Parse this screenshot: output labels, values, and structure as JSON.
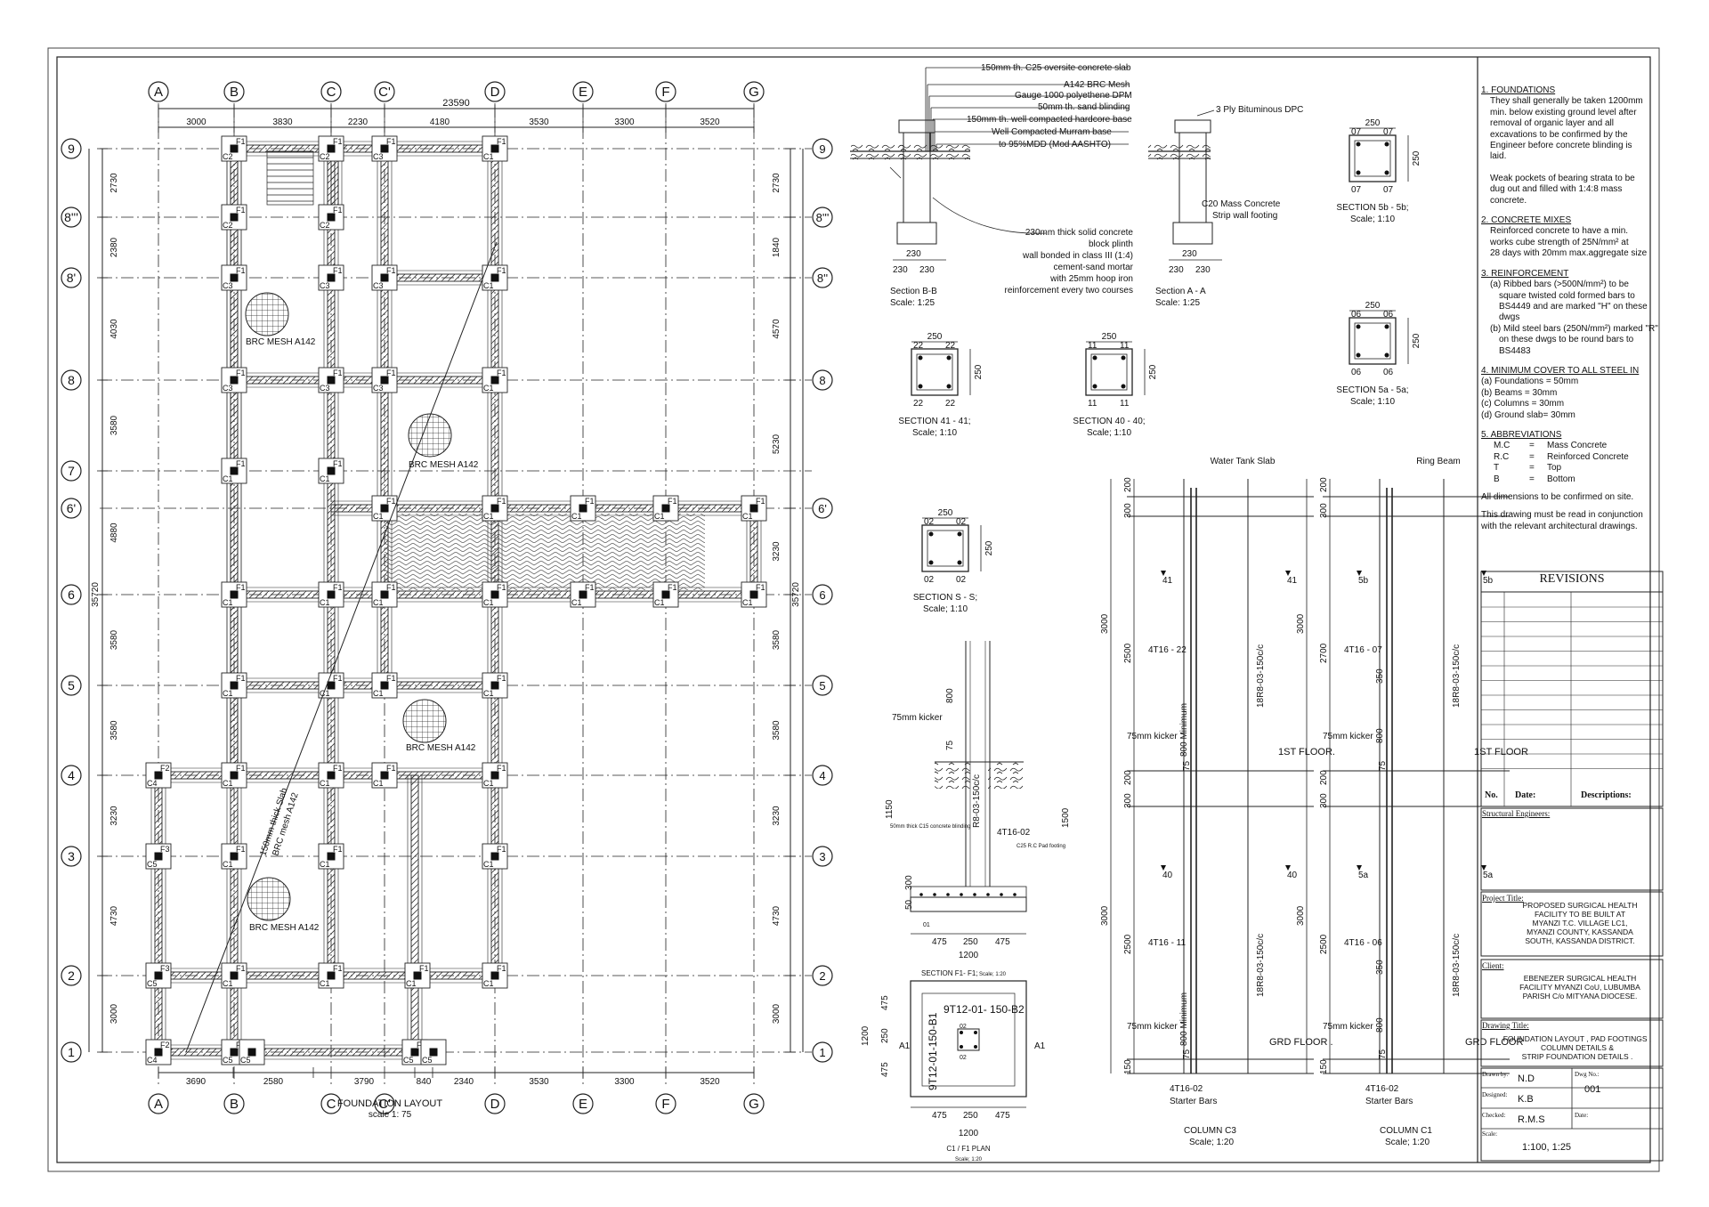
{
  "layout": {
    "grid_cols": [
      "A",
      "B",
      "C",
      "C'",
      "D",
      "E",
      "F",
      "G"
    ],
    "grid_rows": [
      "9",
      "8'''",
      "8'",
      "8",
      "7",
      "6'",
      "6",
      "5",
      "4",
      "3",
      "2",
      "1"
    ],
    "right_row_labels": [
      "9",
      "8'''",
      "8''",
      "8",
      "6'",
      "6",
      "5",
      "4",
      "3",
      "2",
      "1"
    ],
    "overall_top": "23590",
    "top_dims": [
      "3000",
      "3830",
      "2230",
      "4180",
      "3530",
      "3300",
      "3520"
    ],
    "bottom_dims": [
      "3690",
      "2580",
      "3790",
      "840",
      "2340",
      "3530",
      "3300",
      "3520"
    ],
    "left_dims": [
      "2730",
      "2380",
      "4030",
      "3580",
      "4880",
      "3580",
      "3580",
      "3230",
      "4730",
      "3000"
    ],
    "left_total": "35720",
    "right_dims": [
      "2730",
      "1840",
      "4570",
      "5230",
      "3230",
      "3580",
      "3580",
      "3230",
      "4730",
      "3000"
    ],
    "right_total": "35720",
    "mesh_label": "BRC MESH A142",
    "slab_label_1": "150mm thick Slab",
    "slab_label_2": "BRC mesh A142",
    "title": "FOUNDATION LAYOUT",
    "scale": "scale 1: 75",
    "footing_tags": {
      "C1": "C1",
      "C2": "C2",
      "C3": "C3",
      "C4": "C4",
      "C5": "C5",
      "F1": "F1",
      "F2": "F2",
      "F3": "F3"
    }
  },
  "wall_section": {
    "labels": [
      "150mm th. C25 oversite  concrete slab",
      "A142 BRC Mesh",
      "Gauge 1000 polyethene DPM",
      "50mm th. sand blinding",
      "150mm th. well compacted hardcore base",
      "Well Compacted Murram base",
      "to 95%MDD (Mod AASHTO)"
    ],
    "dpc": "3 Ply Bituminous DPC",
    "strip": [
      "C20 Mass Concrete",
      "Strip wall footing"
    ],
    "plinth": [
      "230mm thick solid concrete",
      "block plinth",
      "wall bonded in class III (1:4)",
      "cement-sand mortar",
      "with 25mm hoop iron",
      "reinforcement every two courses"
    ],
    "dim_230": "230",
    "sec_bb": "Section B-B",
    "sec_aa": "Section A - A",
    "scale": "Scale: 1:25"
  },
  "sections": {
    "size": "250",
    "s41": {
      "bar": "22",
      "title": "SECTION  41 - 41;",
      "scale": "Scale; 1:10"
    },
    "s40": {
      "bar": "11",
      "title": "SECTION  40 - 40;",
      "scale": "Scale; 1:10"
    },
    "sS": {
      "bar": "02",
      "title": "SECTION   S -  S;",
      "scale": "Scale; 1:10"
    },
    "s5b": {
      "bar": "07",
      "title": "SECTION  5b - 5b;",
      "scale": "Scale; 1:10"
    },
    "s5a": {
      "bar": "06",
      "title": "SECTION  5a - 5a;",
      "scale": "Scale; 1:10"
    }
  },
  "pad": {
    "kicker": "75mm kicker",
    "d800": "800",
    "d75": "75",
    "d1150": "1150",
    "d1500": "1500",
    "d50": "50",
    "d300": "300",
    "r8": "R8-03-150c/c",
    "t16": "4T16-02",
    "blinding": "50mm thick C15 concrete blinding",
    "padtext": "C25 R.C Pad footing",
    "bar01": "01",
    "w": [
      "475",
      "250",
      "475"
    ],
    "total": "1200",
    "title": "SECTION  F1- F1;",
    "scale": "Scale; 1:20",
    "plan_top": "9T12-01- 150-B2",
    "plan_side": "9T12-01-150-B1",
    "plan_bar": "02",
    "a1": "A1",
    "plan_title": "C1 / F1 PLAN",
    "plan_scale": "Scale; 1:20",
    "d1200": "1200"
  },
  "column_c3": {
    "top": "Water Tank Slab",
    "s_top": "41",
    "s_bot": "40",
    "bars_up": "4T16 - 22",
    "bars_low": "4T16 - 11",
    "links": "18R8-03-150c/c",
    "first": "1ST  FLOOR.",
    "ground": "GRD FLOOR .",
    "kicker": "75mm kicker",
    "min": "800 Minimum",
    "starter1": "4T16-02",
    "starter2": "Starter Bars",
    "d3000": "3000",
    "d2500": "2500",
    "d300": "300",
    "d200": "200",
    "d75": "75",
    "d150": "150",
    "title": "COLUMN C3",
    "scale": "Scale; 1:20"
  },
  "column_c1": {
    "top": "Ring Beam",
    "s_top": "5b",
    "s_bot": "5a",
    "bars_up": "4T16 - 07",
    "bars_low": "4T16 - 06",
    "links": "18R8-03-150c/c",
    "first": "1ST FLOOR",
    "ground": "GRD  FLOOR",
    "kicker": "75mm kicker",
    "d350": "350",
    "d800": "800",
    "starter1": "4T16-02",
    "starter2": "Starter Bars",
    "d3000": "3000",
    "d2700": "2700",
    "d2500": "2500",
    "d300": "300",
    "d200": "200",
    "d75": "75",
    "d150": "150",
    "title": "COLUMN C1",
    "scale": "Scale; 1:20"
  },
  "notes": {
    "n1_h": "1.  FOUNDATIONS",
    "n1_a": "They shall generally be taken 1200mm\nmin. below existing ground level after\nremoval of organic layer and all\nexcavations to be confirmed by the\nEngineer before concrete blinding is\nlaid.",
    "n1_b": "Weak pockets of bearing strata to be\ndug out and filled with 1:4:8 mass\nconcrete.",
    "n2_h": "2.  CONCRETE MIXES",
    "n2": "Reinforced concrete to have a min.\nworks cube strength of 25N/mm² at\n28 days with 20mm max.aggregate size",
    "n3_h": "3.  REINFORCEMENT",
    "n3_a": "(a)  Ribbed bars (>500N/mm²) to be\nsquare twisted cold formed bars to\nBS4449 and are marked \"H\" on these\ndwgs",
    "n3_b": "(b)  Mild steel bars (250N/mm²) marked \"R\"\non these dwgs to be round bars to\nBS4483",
    "n4_h": "4.  MINIMUM COVER TO ALL STEEL IN",
    "n4": [
      "(a)  Foundations =      50mm",
      "(b)  Beams          =       30mm",
      "(c)  Columns      =      30mm",
      "(d)  Ground slab=       30mm"
    ],
    "n5_h": "5.  ABBREVIATIONS",
    "abbr": [
      [
        "M.C",
        "=",
        "Mass Concrete"
      ],
      [
        "R.C",
        "=",
        "Reinforced Concrete"
      ],
      [
        "T",
        "=",
        "Top"
      ],
      [
        "B",
        "=",
        "Bottom"
      ]
    ],
    "p1": "All dimensions to be confirmed on site.",
    "p2": "This drawing must be read in conjunction\nwith the relevant architectural drawings."
  },
  "title_block": {
    "revisions": "REVISIONS",
    "no": "No.",
    "date": "Date:",
    "desc": "Descriptions:",
    "se": "Structural Engineers:",
    "pt_label": "Project Title:",
    "pt": "PROPOSED SURGICAL HEALTH\nFACILITY TO BE BUILT AT\nMYANZI T.C. VILLAGE LC1,\nMYANZI COUNTY, KASSANDA\nSOUTH, KASSANDA DISTRICT.",
    "cl_label": "Client:",
    "cl": "EBENEZER SURGICAL HEALTH\nFACILITY MYANZI CoU, LUBUMBA\nPARISH C/o MITYANA DIOCESE.",
    "dt_label": "Drawing Title:",
    "dt": "FOUNDATION LAYOUT  , PAD FOOTINGS ,\nCOLUMN DETAILS &\nSTRIP FOUNDATION DETAILS .",
    "drawn_label": "Drawn by:",
    "drawn": "N.D",
    "dwg_label": "Dwg No.:",
    "dwg": "001",
    "design_label": "Designed:",
    "design": "K.B",
    "check_label": "Checked:",
    "check": "R.M.S",
    "date_label": "Date:",
    "scale_label": "Scale:",
    "scale": "1:100, 1:25"
  }
}
